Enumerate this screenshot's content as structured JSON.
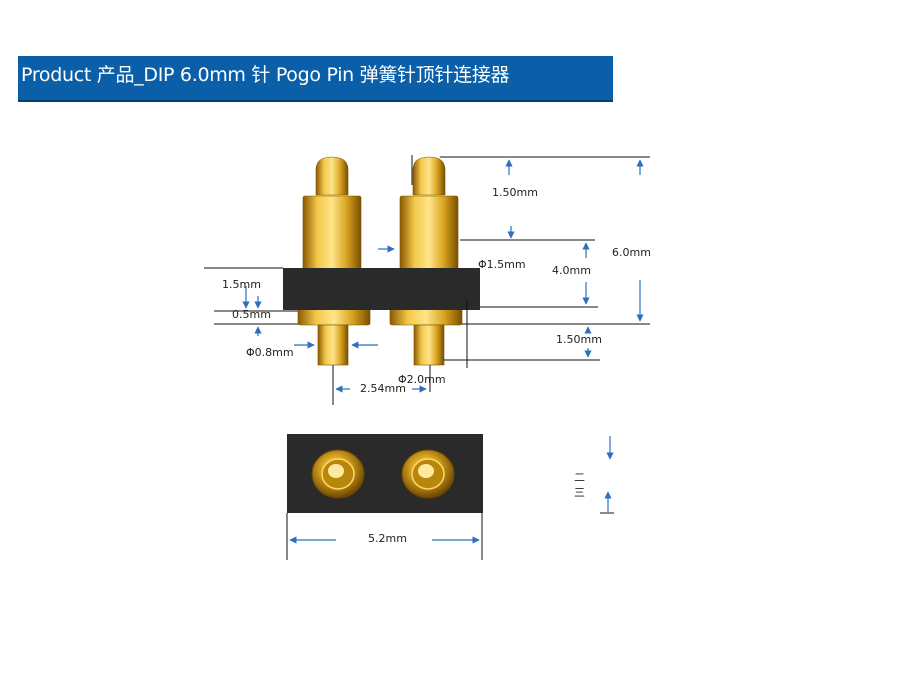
{
  "title": "Product 产品_DIP 6.0mm 针 Pogo Pin 弹簧针顶针连接器",
  "colors": {
    "title_bar": "#0a5fa8",
    "pin_gold": "#d9a521",
    "body_black": "#2a2a2a",
    "dimension_line": "#2f6fbf"
  },
  "dimensions": {
    "top_plunger": "1.50mm",
    "total_height": "6.0mm",
    "barrel_dia": "Φ1.5mm",
    "barrel_height": "4.0mm",
    "insulator_height": "1.5mm",
    "flange": "0.5mm",
    "tail_dia": "Φ0.8mm",
    "tail_length": "1.50mm",
    "flange_dia": "Φ2.0mm",
    "pitch": "2.54mm",
    "width": "5.2mm"
  },
  "side_marks": [
    "二",
    "三"
  ]
}
